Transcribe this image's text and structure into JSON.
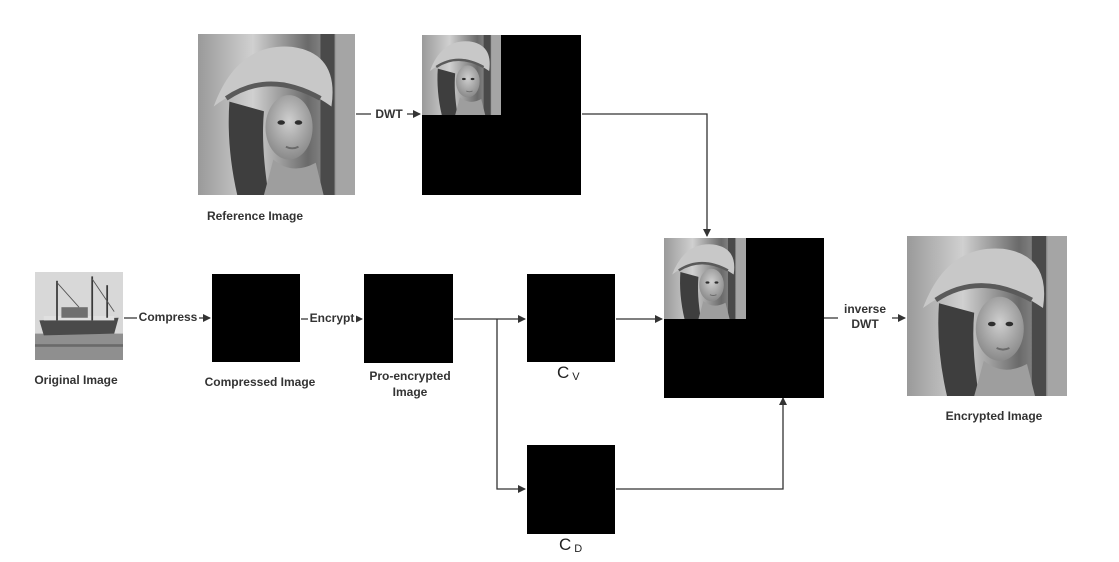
{
  "nodes": {
    "reference": "Reference Image",
    "original": "Original Image",
    "compressed": "Compressed Image",
    "pro_encrypted": "Pro-encrypted Image",
    "cv_letter": "C",
    "cv_sub": "V",
    "cd_letter": "C",
    "cd_sub": "D",
    "encrypted": "Encrypted Image"
  },
  "edges": {
    "dwt": "DWT",
    "compress": "Compress",
    "encrypt": "Encrypt",
    "inverse_dwt": "inverse DWT"
  },
  "colors": {
    "arrow": "#333333",
    "block": "#000000"
  }
}
